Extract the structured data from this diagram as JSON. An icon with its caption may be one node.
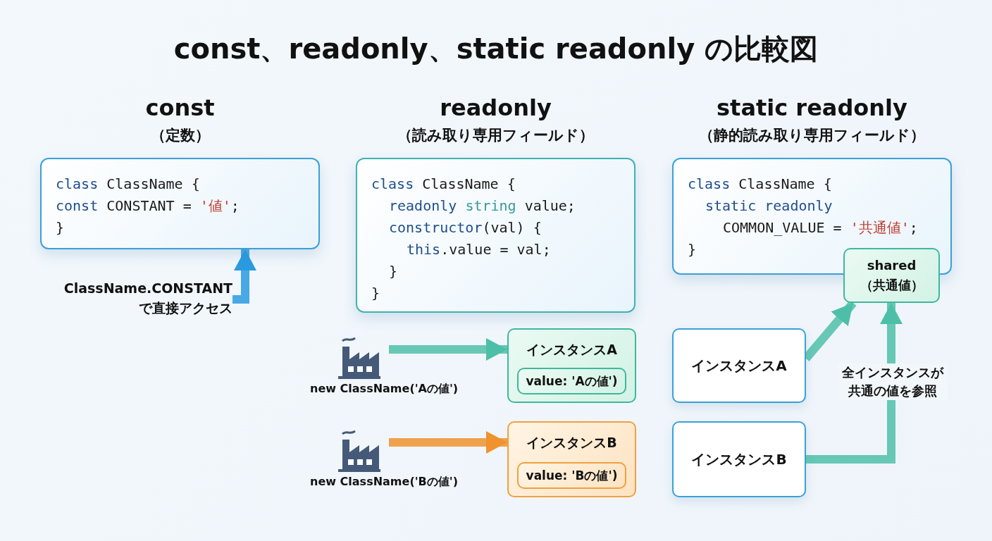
{
  "diagram": {
    "title": "const、readonly、static readonly の比較図",
    "nodes": [
      {
        "text": [
          "const",
          "（定数）",
          "class ClassName {",
          "const CONSTANT = '値';",
          "}"
        ]
      },
      {
        "text": [
          "ClassName.CONSTANT で直接アクセス"
        ]
      },
      {
        "text": [
          "readonly",
          "（読み取り専用フィールド）",
          "class ClassName {",
          "readonly string value;",
          "constructor(val) {",
          "this.value = val;",
          "}",
          "}"
        ]
      },
      {
        "text": [
          "new ClassName('Aの値')"
        ]
      },
      {
        "text": [
          "インスタンスA"
        ]
      },
      {
        "text": [
          "value: 'Aの値')"
        ],
        "in": 4
      },
      {
        "text": [
          "new ClassName('Bの値')"
        ]
      },
      {
        "text": [
          "インスタンスB"
        ]
      },
      {
        "text": [
          "value: 'Bの値')"
        ],
        "in": 7
      },
      {
        "text": [
          "static readonly",
          "（静的読み取り専用フィールド）",
          "class ClassName {",
          "static readonly",
          "COMMON_VALUE = '共通値';",
          "}"
        ]
      },
      {
        "text": [
          "shared",
          "（共通値）"
        ]
      },
      {
        "text": [
          "インスタンスA"
        ]
      },
      {
        "text": [
          "インスタンスB"
        ]
      }
    ],
    "edges": [
      {
        "from": 1,
        "to": 0,
        "arrow": "to",
        "color": "#2a9be0"
      },
      {
        "from": 3,
        "to": 4,
        "arrow": "to"
      },
      {
        "from": 6,
        "to": 7,
        "arrow": "to",
        "color": "#f0922e"
      },
      {
        "from": 11,
        "to": 10,
        "arrow": "to"
      },
      {
        "from": 12,
        "to": 10,
        "arrow": "to",
        "label": "全インスタンスが共通の値を参照"
      }
    ]
  }
}
